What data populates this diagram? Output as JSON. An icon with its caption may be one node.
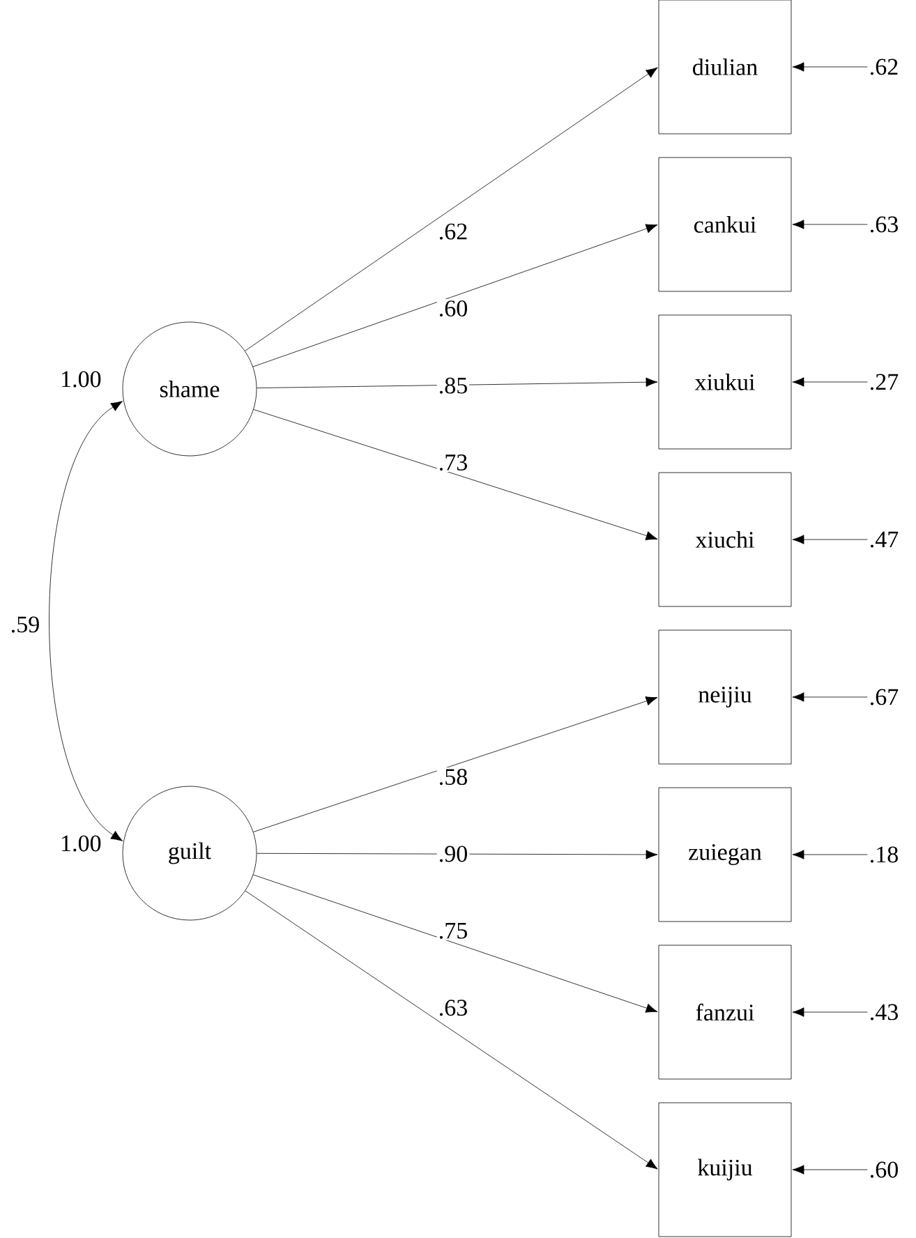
{
  "diagram": {
    "nodes": [
      {
        "text": [
          "shame"
        ],
        "beside": [
          "1.00"
        ]
      },
      {
        "text": [
          "guilt"
        ],
        "beside": [
          "1.00"
        ]
      },
      {
        "text": [
          "diulian"
        ]
      },
      {
        "text": [
          "cankui"
        ]
      },
      {
        "text": [
          "xiukui"
        ]
      },
      {
        "text": [
          "xiuchi"
        ]
      },
      {
        "text": [
          "neijiu"
        ]
      },
      {
        "text": [
          "zuiegan"
        ]
      },
      {
        "text": [
          "fanzui"
        ]
      },
      {
        "text": [
          "kuijiu"
        ]
      },
      {
        "text": [
          ".62"
        ]
      },
      {
        "text": [
          ".63"
        ]
      },
      {
        "text": [
          ".27"
        ]
      },
      {
        "text": [
          ".47"
        ]
      },
      {
        "text": [
          ".67"
        ]
      },
      {
        "text": [
          ".18"
        ]
      },
      {
        "text": [
          ".43"
        ]
      },
      {
        "text": [
          ".60"
        ]
      }
    ],
    "edges": [
      {
        "from": 0,
        "to": 2,
        "arrow": "to",
        "label": ".62"
      },
      {
        "from": 0,
        "to": 3,
        "arrow": "to",
        "label": ".60"
      },
      {
        "from": 0,
        "to": 4,
        "arrow": "to",
        "label": ".85"
      },
      {
        "from": 0,
        "to": 5,
        "arrow": "to",
        "label": ".73"
      },
      {
        "from": 1,
        "to": 6,
        "arrow": "to",
        "label": ".58"
      },
      {
        "from": 1,
        "to": 7,
        "arrow": "to",
        "label": ".90"
      },
      {
        "from": 1,
        "to": 8,
        "arrow": "to",
        "label": ".75"
      },
      {
        "from": 1,
        "to": 9,
        "arrow": "to",
        "label": ".63"
      },
      {
        "from": 10,
        "to": 2,
        "arrow": "to"
      },
      {
        "from": 11,
        "to": 3,
        "arrow": "to"
      },
      {
        "from": 12,
        "to": 4,
        "arrow": "to"
      },
      {
        "from": 13,
        "to": 5,
        "arrow": "to"
      },
      {
        "from": 14,
        "to": 6,
        "arrow": "to"
      },
      {
        "from": 15,
        "to": 7,
        "arrow": "to"
      },
      {
        "from": 16,
        "to": 8,
        "arrow": "to"
      },
      {
        "from": 17,
        "to": 9,
        "arrow": "to"
      },
      {
        "from": 0,
        "to": 1,
        "arrow": "both",
        "label": ".59"
      }
    ]
  }
}
